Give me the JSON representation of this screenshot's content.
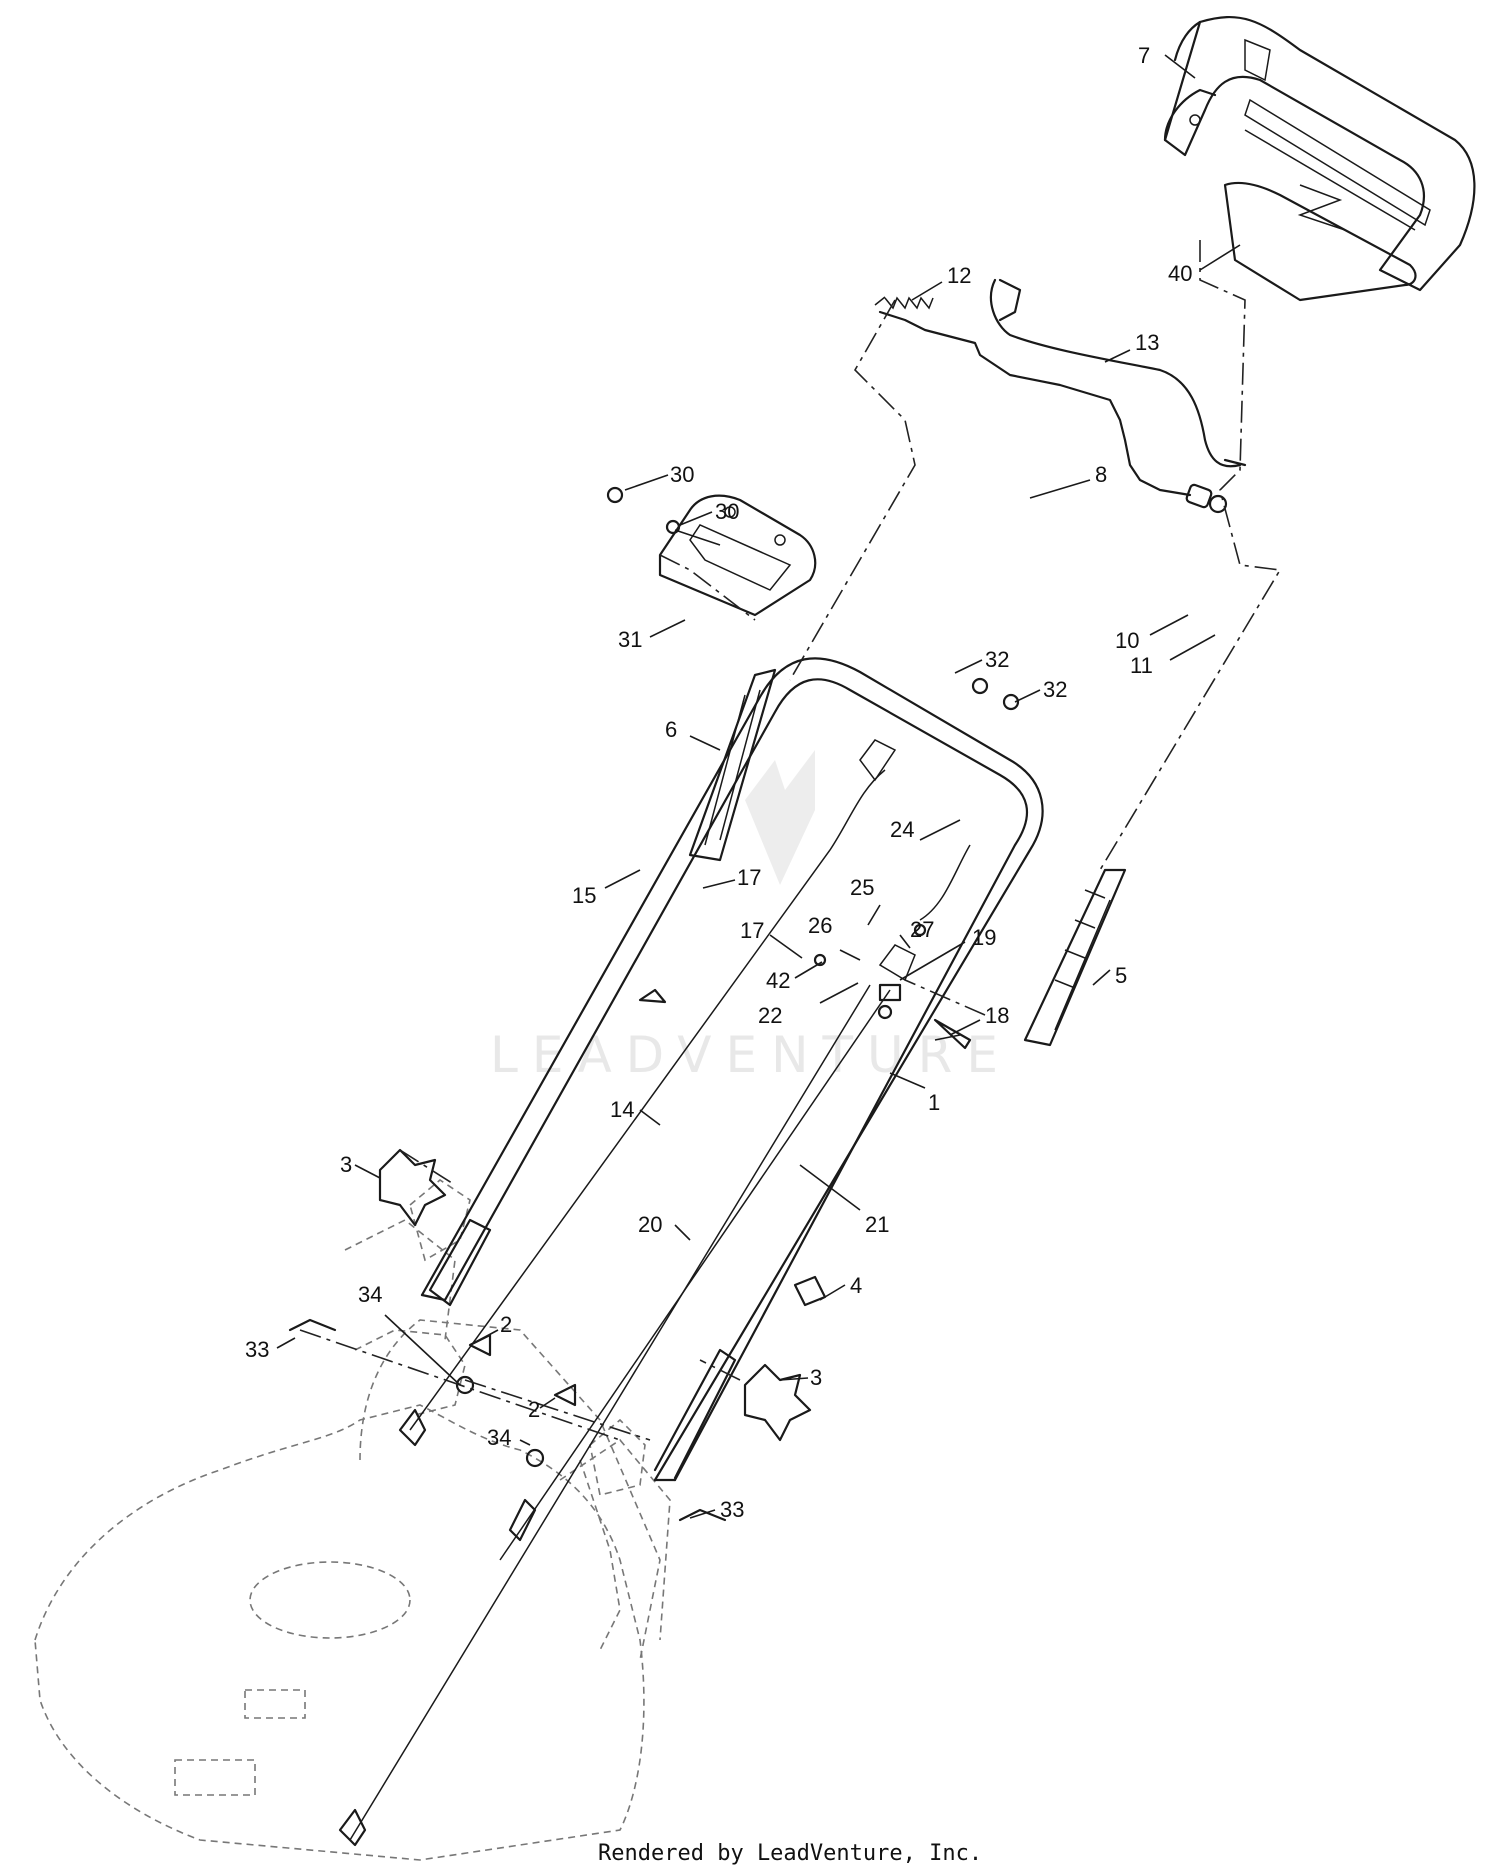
{
  "watermark": "LEADVENTURE",
  "footer": "Rendered by LeadVenture, Inc.",
  "callouts": [
    {
      "id": "7",
      "label": "7"
    },
    {
      "id": "40",
      "label": "40"
    },
    {
      "id": "13",
      "label": "13"
    },
    {
      "id": "12",
      "label": "12"
    },
    {
      "id": "8",
      "label": "8"
    },
    {
      "id": "30a",
      "label": "30"
    },
    {
      "id": "30b",
      "label": "30"
    },
    {
      "id": "31",
      "label": "31"
    },
    {
      "id": "10",
      "label": "10"
    },
    {
      "id": "11",
      "label": "11"
    },
    {
      "id": "32a",
      "label": "32"
    },
    {
      "id": "32b",
      "label": "32"
    },
    {
      "id": "6",
      "label": "6"
    },
    {
      "id": "24",
      "label": "24"
    },
    {
      "id": "25",
      "label": "25"
    },
    {
      "id": "15",
      "label": "15"
    },
    {
      "id": "17a",
      "label": "17"
    },
    {
      "id": "17b",
      "label": "17"
    },
    {
      "id": "26",
      "label": "26"
    },
    {
      "id": "27",
      "label": "27"
    },
    {
      "id": "19",
      "label": "19"
    },
    {
      "id": "42",
      "label": "42"
    },
    {
      "id": "22",
      "label": "22"
    },
    {
      "id": "5",
      "label": "5"
    },
    {
      "id": "18",
      "label": "18"
    },
    {
      "id": "1",
      "label": "1"
    },
    {
      "id": "14",
      "label": "14"
    },
    {
      "id": "21",
      "label": "21"
    },
    {
      "id": "3a",
      "label": "3"
    },
    {
      "id": "20",
      "label": "20"
    },
    {
      "id": "4",
      "label": "4"
    },
    {
      "id": "34a",
      "label": "34"
    },
    {
      "id": "2a",
      "label": "2"
    },
    {
      "id": "33a",
      "label": "33"
    },
    {
      "id": "3b",
      "label": "3"
    },
    {
      "id": "2b",
      "label": "2"
    },
    {
      "id": "34b",
      "label": "34"
    },
    {
      "id": "33b",
      "label": "33"
    }
  ]
}
